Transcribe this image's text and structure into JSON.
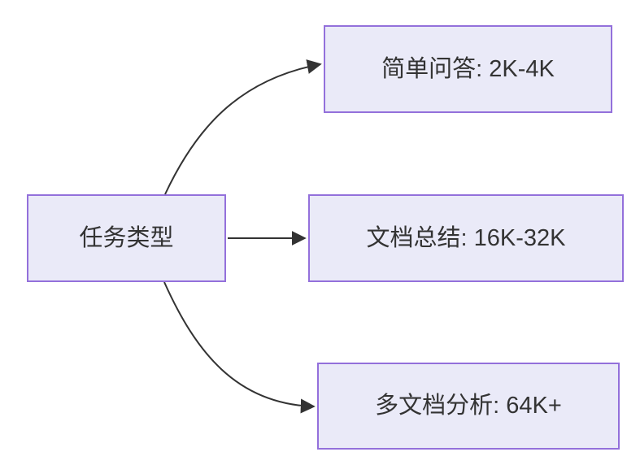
{
  "diagram": {
    "type": "flowchart",
    "background": "#FFFFFF",
    "node_fill": "#EAEAF8",
    "node_border": "#9370DB",
    "edge_color": "#333333",
    "text_color": "#333333",
    "root": {
      "label": "任务类型"
    },
    "branches": [
      {
        "label": "简单问答: 2K-4K"
      },
      {
        "label": "文档总结: 16K-32K"
      },
      {
        "label": "多文档分析: 64K+"
      }
    ]
  }
}
